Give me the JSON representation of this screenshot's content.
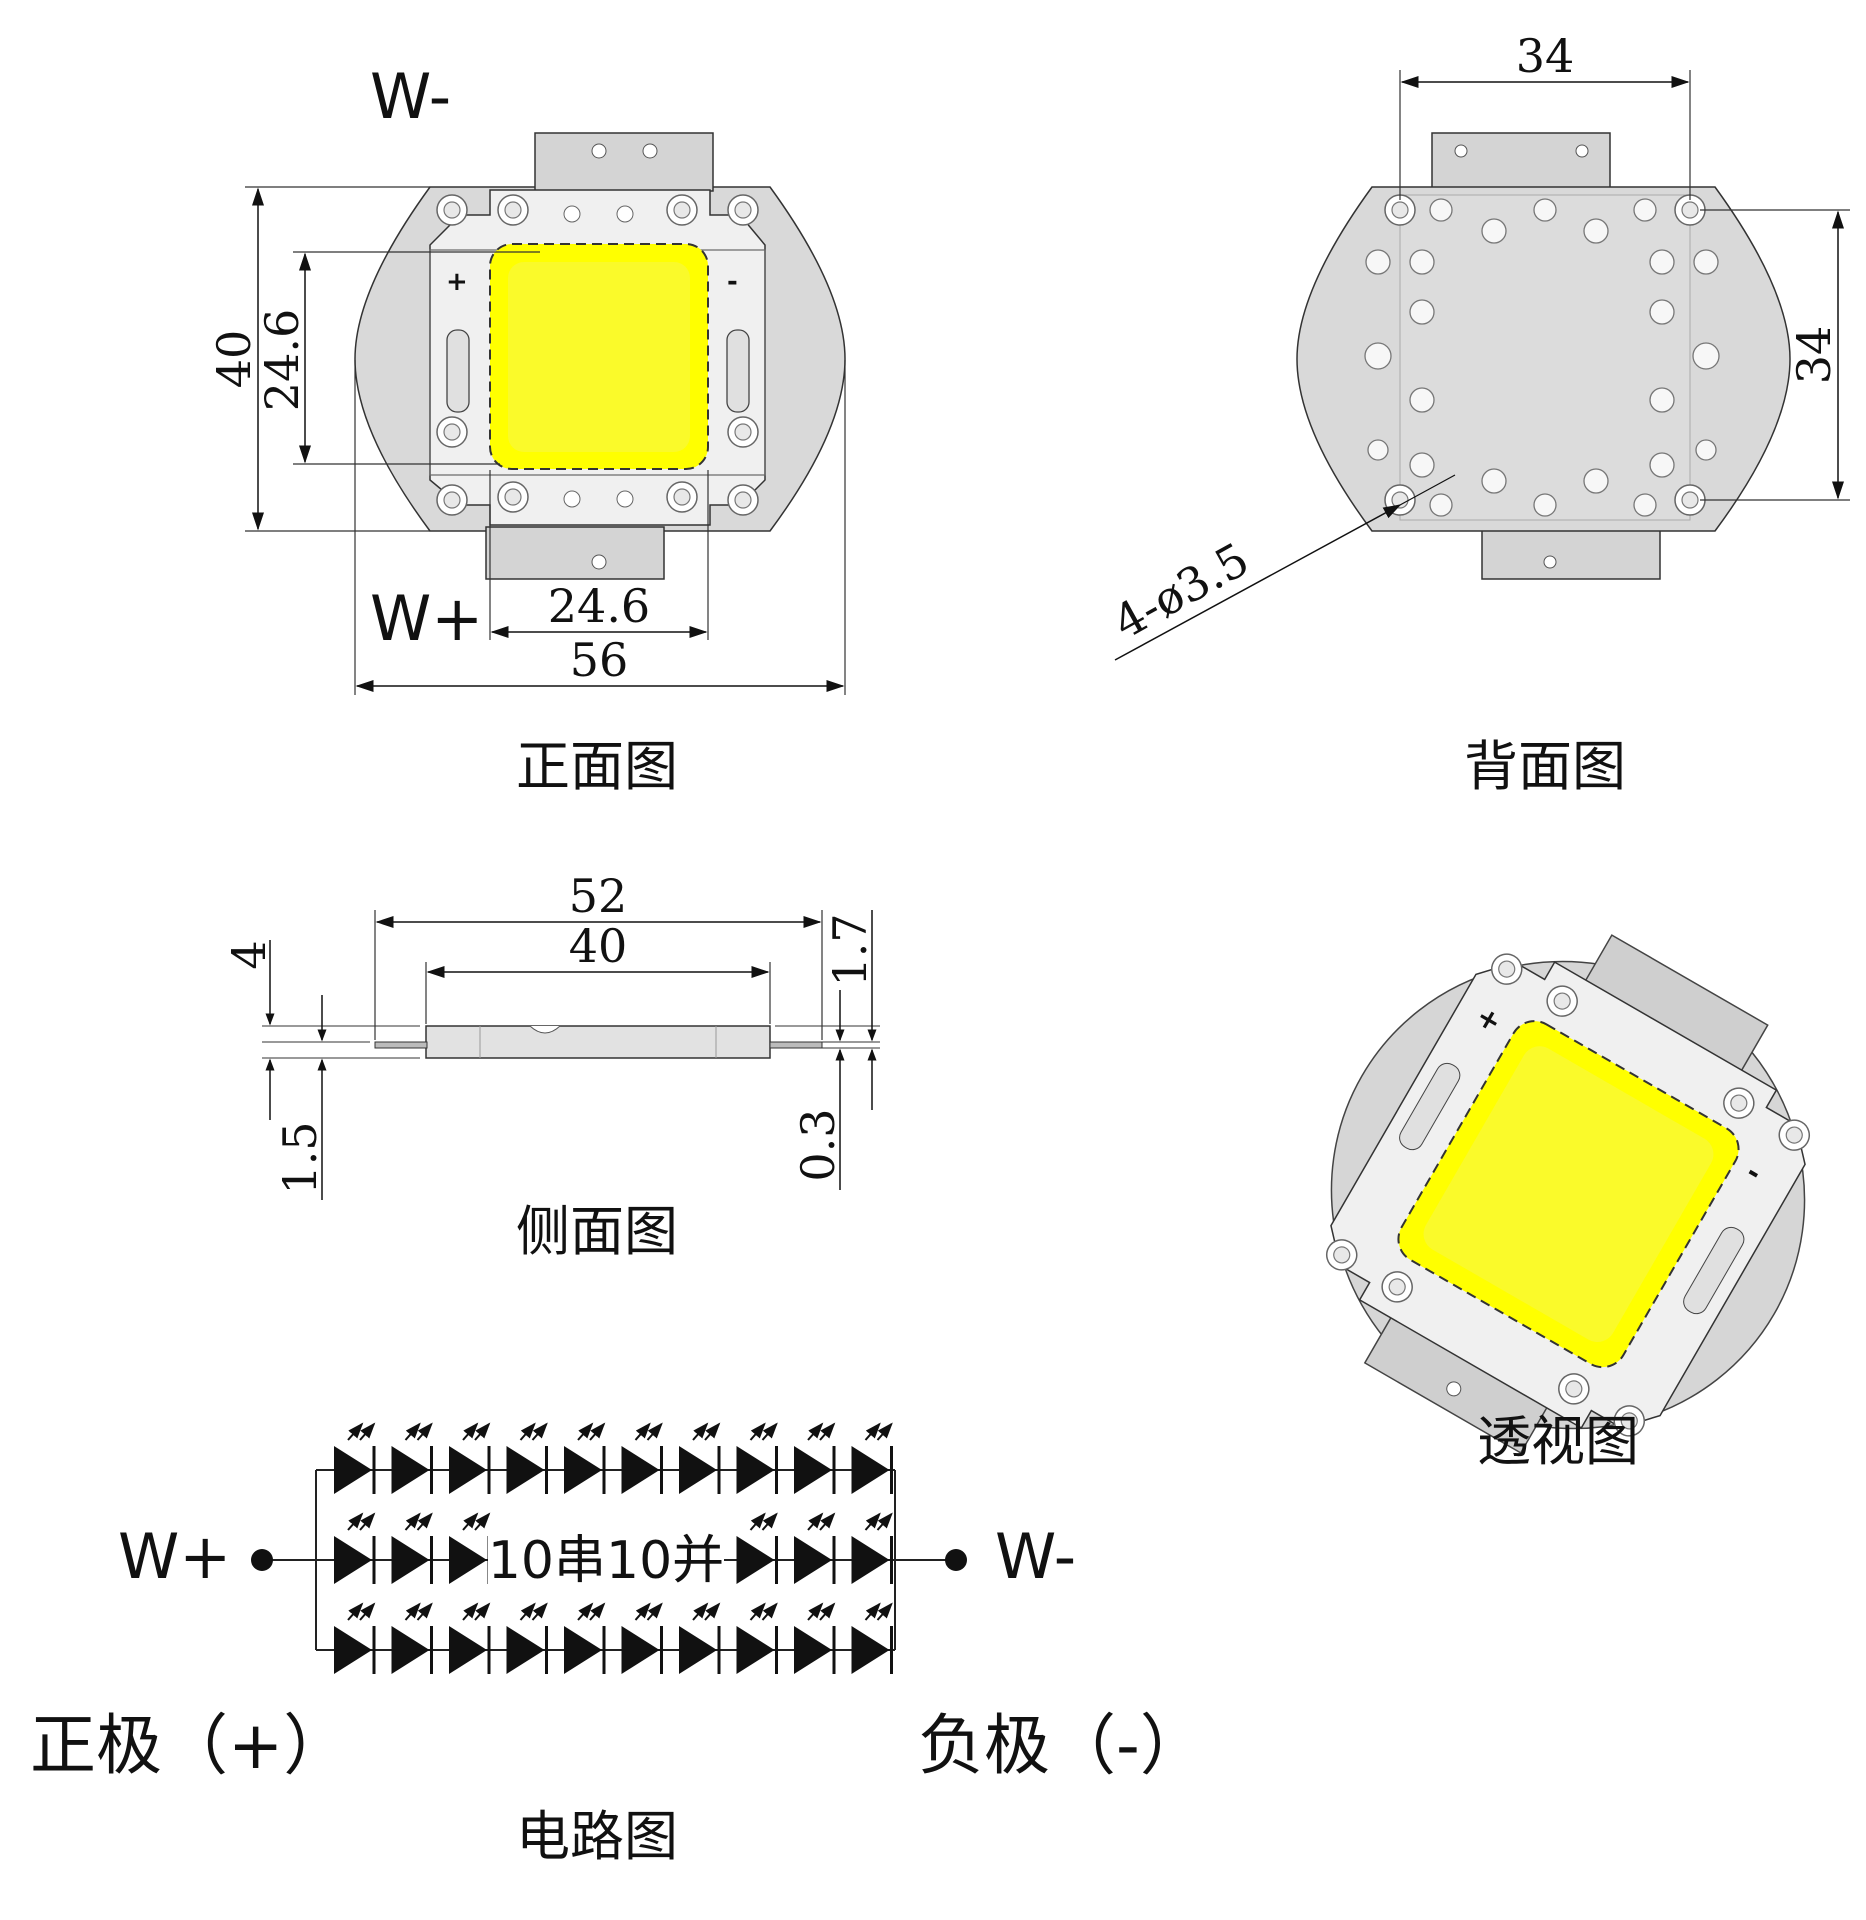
{
  "front_view": {
    "label": "正面图",
    "terminal_top": "W-",
    "terminal_bottom": "W+",
    "plus_mark": "+",
    "minus_mark": "-",
    "dim_height": "40",
    "dim_die_height": "24.6",
    "dim_die_width": "24.6",
    "dim_width": "56"
  },
  "back_view": {
    "label": "背面图",
    "dim_hole_spacing_x": "34",
    "dim_hole_spacing_y": "34",
    "dim_holes": "4-ø3.5"
  },
  "side_view": {
    "label": "侧面图",
    "dim_lead_span": "52",
    "dim_body": "40",
    "dim_total_thickness": "4",
    "dim_base": "1.5",
    "dim_lead_offset": "1.7",
    "dim_lead_thickness": "0.3"
  },
  "perspective_view": {
    "label": "透视图"
  },
  "circuit": {
    "label": "电路图",
    "anode_terminal": "W+",
    "cathode_terminal": "W-",
    "configuration": "10串10并",
    "positive_label": "正极（+）",
    "negative_label": "负极（-）",
    "rows_shown": 3,
    "leds_per_row_shown": 10
  },
  "colors": {
    "die": "#ffff00",
    "die_glow": "#fbfb40",
    "substrate": "#d9d9d9",
    "frame": "#eeeeee",
    "line": "#111111"
  }
}
